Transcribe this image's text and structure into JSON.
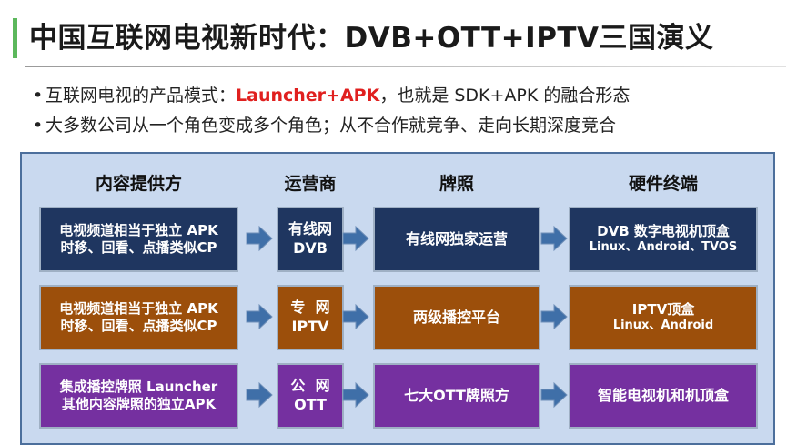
{
  "title": "中国互联网电视新时代：DVB+OTT+IPTV三国演义",
  "bullets": [
    {
      "pre": "互联网电视的产品模式：",
      "highlight": "Launcher+APK",
      "post": "，也就是 SDK+APK 的融合形态"
    },
    {
      "pre": "大多数公司从一个角色变成多个角色；从不合作就竞争、走向长期深度竞合",
      "highlight": "",
      "post": ""
    }
  ],
  "columns": [
    "内容提供方",
    "运营商",
    "牌照",
    "硬件终端"
  ],
  "rows": [
    {
      "color": "navy",
      "content": [
        "电视频道相当于独立 APK",
        "时移、回看、点播类似CP"
      ],
      "operator": [
        "有线网",
        "DVB"
      ],
      "license": "有线网独家运营",
      "hardware": [
        "DVB 数字电视机顶盒",
        "Linux、Android、TVOS"
      ]
    },
    {
      "color": "brown",
      "content": [
        "电视频道相当于独立 APK",
        "时移、回看、点播类似CP"
      ],
      "operator": [
        "专  网",
        "IPTV"
      ],
      "license": "两级播控平台",
      "hardware": [
        "IPTV顶盒",
        "Linux、Android"
      ]
    },
    {
      "color": "purple",
      "content": [
        "集成播控牌照 Launcher",
        "其他内容牌照的独立APK"
      ],
      "operator": [
        "公  网",
        "OTT"
      ],
      "license": "七大OTT牌照方",
      "hardware": [
        "智能电视机和机顶盒"
      ]
    }
  ],
  "colors": {
    "accent_red": "#e0201f",
    "navy": "#1f3660",
    "brown": "#9c4f0b",
    "purple": "#7530a0",
    "panel": "#c9d9ef",
    "arrow": "#3f6fa8",
    "title_bar": "#5cb85c"
  }
}
